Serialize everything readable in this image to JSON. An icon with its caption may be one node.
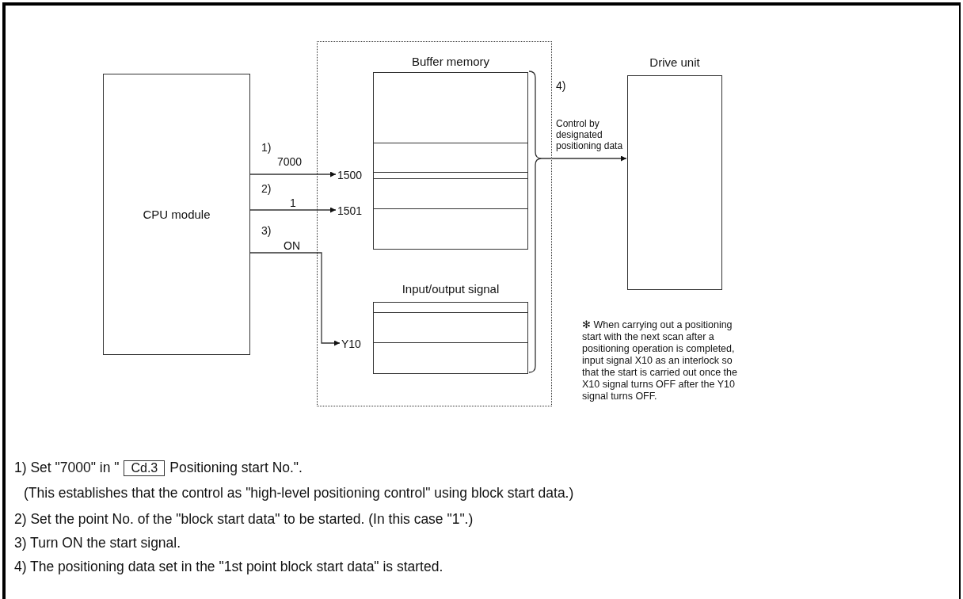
{
  "diagram": {
    "nodes": [
      {
        "text": [],
        "shape": "box"
      },
      {
        "text": [
          "CPU module"
        ]
      },
      {
        "text": [
          "Buffer memory"
        ],
        "in": 0
      },
      {
        "text": [
          "1500"
        ],
        "in": 0
      },
      {
        "text": [
          "1501"
        ],
        "in": 0
      },
      {
        "text": [
          "Input/output signal"
        ],
        "in": 0
      },
      {
        "text": [
          "Y10"
        ],
        "in": 0
      },
      {
        "text": [
          "Drive unit"
        ]
      }
    ],
    "edges": [
      {
        "from": 1,
        "to": 3,
        "arrow": "to",
        "label": "7000"
      },
      {
        "from": 1,
        "to": 4,
        "arrow": "to",
        "label": "1"
      },
      {
        "from": 1,
        "to": 6,
        "arrow": "to",
        "label": "ON"
      },
      {
        "from": 0,
        "to": 7,
        "arrow": "to",
        "label": "Control by designated positioning data"
      }
    ],
    "labels": [
      "1)",
      "2)",
      "3)",
      "4)",
      "✻ When carrying out a positioning start with the next scan after a positioning operation is completed, input signal X10 as an interlock so that the start is carried out once the X10 signal turns OFF after the Y10 signal turns OFF.",
      "1) Set \"7000\" in \"",
      "Cd.3",
      "Positioning start No.\".",
      "(This establishes that the control as \"high-level positioning control\" using block start data.)",
      "2) Set the point No. of the \"block start data\" to be started. (In this case \"1\".)",
      "3) Turn ON the start signal.",
      "4) The positioning data set in the \"1st point block start data\" is started."
    ]
  }
}
